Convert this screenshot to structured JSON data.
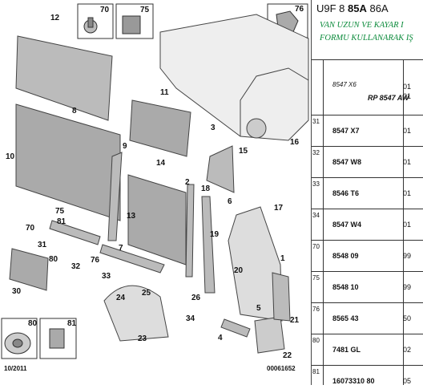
{
  "panel": {
    "ref_prefix": "U9F 8 ",
    "ref_bold": "85A",
    "ref_suffix": " 86A",
    "title_line1": "VAN UZUN VE KAYAR I",
    "title_line2": "FORMU KULLANARAK IŞ",
    "first_row": {
      "number": "",
      "ref_top": "8547 X6",
      "ref_main": "RP 8547 AW",
      "qty_top": "01",
      "qty_main": "01"
    },
    "rows": [
      {
        "number": "31",
        "ref": "8547 X7",
        "qty": "01"
      },
      {
        "number": "32",
        "ref": "8547 W8",
        "qty": "01"
      },
      {
        "number": "33",
        "ref": "8546 T6",
        "qty": "01"
      },
      {
        "number": "34",
        "ref": "8547 W4",
        "qty": "01"
      },
      {
        "number": "70",
        "ref": "8548 09",
        "qty": "99"
      },
      {
        "number": "75",
        "ref": "8548 10",
        "qty": "99"
      },
      {
        "number": "76",
        "ref": "8565 43",
        "qty": "50"
      },
      {
        "number": "80",
        "ref": "7481 GL",
        "qty": "02"
      },
      {
        "number": "81",
        "ref": "16073310 80",
        "qty": "05"
      }
    ]
  },
  "diagram": {
    "date": "10/2011",
    "code": "00061652",
    "box_labels": [
      "70",
      "75",
      "76",
      "80",
      "81"
    ],
    "callouts": [
      "12",
      "8",
      "10",
      "9",
      "11",
      "14",
      "2",
      "18",
      "3",
      "15",
      "16",
      "17",
      "6",
      "19",
      "20",
      "1",
      "5",
      "4",
      "21",
      "22",
      "23",
      "24",
      "25",
      "70",
      "31",
      "80",
      "81",
      "75",
      "76",
      "32",
      "30",
      "7",
      "13",
      "33",
      "34",
      "26"
    ]
  }
}
